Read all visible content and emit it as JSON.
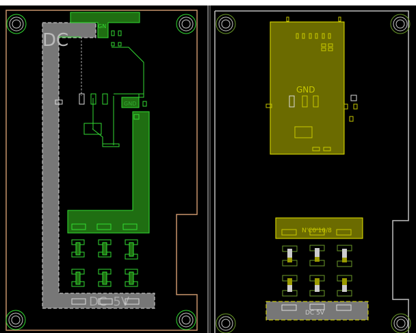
{
  "colors": {
    "top_copper": "#1f6e12",
    "top_outline": "#33dd33",
    "bottom_copper": "#6b6b00",
    "bottom_outline": "#e6e600",
    "board_edge_left": "#c8946a",
    "board_edge_right": "#bfbfbf",
    "net_dc": "#777777"
  },
  "left_view": {
    "net_label_top": "DC",
    "net_label_gnd_top": "GN",
    "net_label_gnd_mid": "GND",
    "net_label_bottom": "DC_5V"
  },
  "right_view": {
    "net_label_gnd": "GND",
    "net_label_ntc": "N'C0'10/8",
    "net_label_dc": "DC 5V"
  }
}
